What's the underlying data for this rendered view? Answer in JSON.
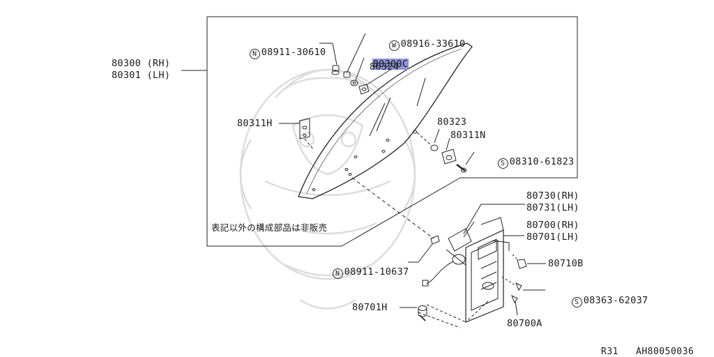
{
  "diagram": {
    "accent_highlight": "#8f93d8",
    "line_color": "#222222",
    "watermark_color": "#d8d8d8",
    "note": "表記以外の構成部品は非販売",
    "page_code": "R31",
    "figure_code": "AH80050036",
    "glass_part": {
      "rh": "80300 (RH)",
      "lh": "80301 (LH)"
    },
    "callouts": {
      "n_08911_30610": {
        "prefix": "N",
        "number": "08911-30610"
      },
      "w_08916_33610": {
        "prefix": "W",
        "number": "08916-33610"
      },
      "p_80300c": {
        "number": "80300C",
        "highlighted": true
      },
      "p_80324": {
        "number": "80324"
      },
      "p_80311h": {
        "number": "80311H"
      },
      "p_80323": {
        "number": "80323"
      },
      "p_80311n": {
        "number": "80311N"
      },
      "s_08310_61823": {
        "prefix": "S",
        "number": "08310-61823"
      },
      "p_80730": {
        "number": "80730(RH)"
      },
      "p_80731": {
        "number": "80731(LH)"
      },
      "p_80700": {
        "number": "80700(RH)"
      },
      "p_80701": {
        "number": "80701(LH)"
      },
      "p_80710b": {
        "number": "80710B"
      },
      "n_08911_10637": {
        "prefix": "N",
        "number": "08911-10637"
      },
      "s_08363_62037": {
        "prefix": "S",
        "number": "08363-62037"
      },
      "p_80701h": {
        "number": "80701H"
      },
      "p_80700a": {
        "number": "80700A"
      }
    }
  }
}
